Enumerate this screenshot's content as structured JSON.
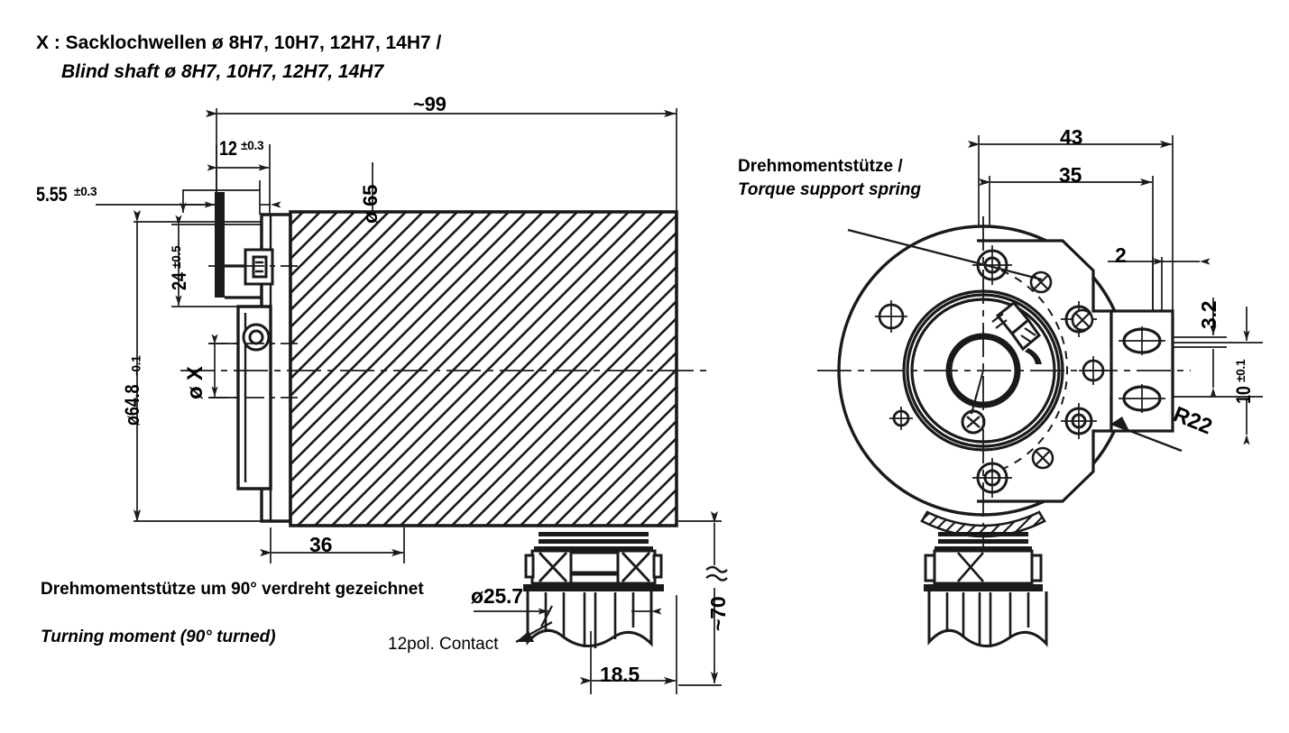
{
  "drawing": {
    "type": "technical-engineering-drawing",
    "subject": "rotary encoder with blind hollow shaft and torque support spring",
    "views": [
      {
        "name": "side-section-view",
        "position": "left"
      },
      {
        "name": "front-view",
        "position": "right"
      }
    ]
  },
  "notes": {
    "shaft_note_de": "X : Sacklochwellen ø 8H7, 10H7, 12H7, 14H7 /",
    "shaft_note_en": "Blind shaft   ø 8H7, 10H7, 12H7, 14H7",
    "torque_note_de": "Drehmomentstütze um 90° verdreht gezeichnet",
    "torque_note_en": "Turning moment (90° turned)",
    "callout_torque_de": "Drehmomentstütze /",
    "callout_torque_en": "Torque support spring",
    "callout_connector": "12pol. Contact"
  },
  "dimensions": {
    "overall_length": "~99",
    "flange_thickness": "12",
    "flange_thickness_tol": "±0.3",
    "offset_555": "5.55",
    "offset_555_tol": "±0.3",
    "height_24": "24",
    "height_24_tol": "±0.5",
    "body_diameter_65": "ø 65",
    "pilot_diameter_648": "ø64.8",
    "pilot_diameter_648_tol": "-0.1",
    "shaft_dia_label": "ø X",
    "body_length_36": "36",
    "connector_dia": "ø25.7",
    "connector_width": "18.5",
    "connector_height": "~70",
    "arm_length_43": "43",
    "arm_length_35": "35",
    "arm_thickness_2": "2",
    "slot_width_32": "3.2",
    "slot_height_10": "10",
    "slot_height_10_tol": "±0.1",
    "radius_r22": "R22"
  },
  "colors": {
    "line": "#1a1a1a",
    "background": "#ffffff"
  }
}
